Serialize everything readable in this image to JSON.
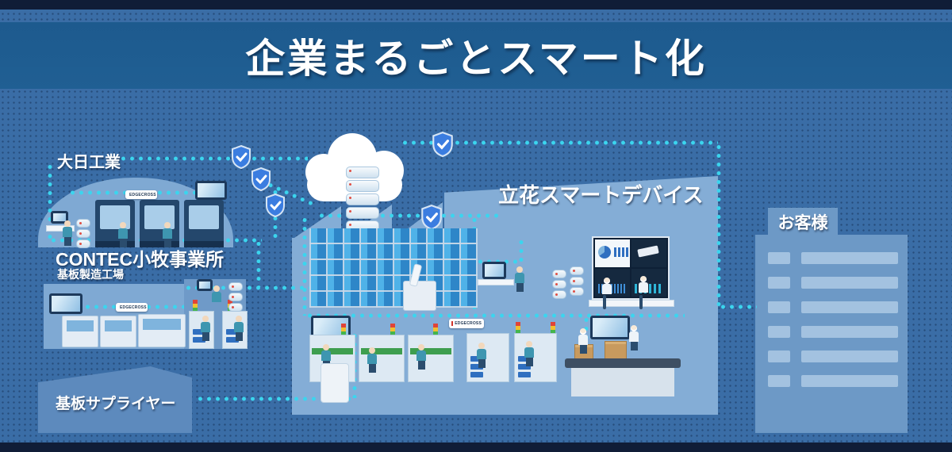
{
  "title": {
    "text": "企業まるごとスマート化"
  },
  "sites": {
    "dainichi": {
      "label": "大日工業"
    },
    "contec": {
      "label": "CONTEC小牧事業所",
      "sublabel": "基板製造工場"
    },
    "supplier": {
      "label": "基板サプライヤー"
    },
    "tachibana": {
      "label": "立花スマートデバイス"
    },
    "customer": {
      "label": "お客様"
    }
  },
  "signs": {
    "logo_text": "EDGECROSS"
  },
  "icons": {
    "cloud": "cloud",
    "database": "database-stack",
    "shield": "shield-check",
    "monitor": "wall-monitor",
    "robot": "robot-arm",
    "stack_light": "andon-stack-light",
    "conveyor": "conveyor-belt",
    "box": "cardboard-box",
    "worker": "factory-worker"
  },
  "colors": {
    "background": "#3a6da6",
    "title_band": "#1e5c8f",
    "frame_strip": "#101d37",
    "building": "#7fa9d3",
    "building_light": "#84add6",
    "flow_line": "#3bd5ee",
    "shield_fill": "#3b7de0",
    "text": "#ffffff",
    "locker_blue_1": "#4fb2e8",
    "locker_blue_2": "#2e86c8",
    "belt_green": "#3e9e4f",
    "alert_red": "#e04438",
    "alert_yellow": "#f0c030",
    "alert_green": "#44b54c"
  }
}
